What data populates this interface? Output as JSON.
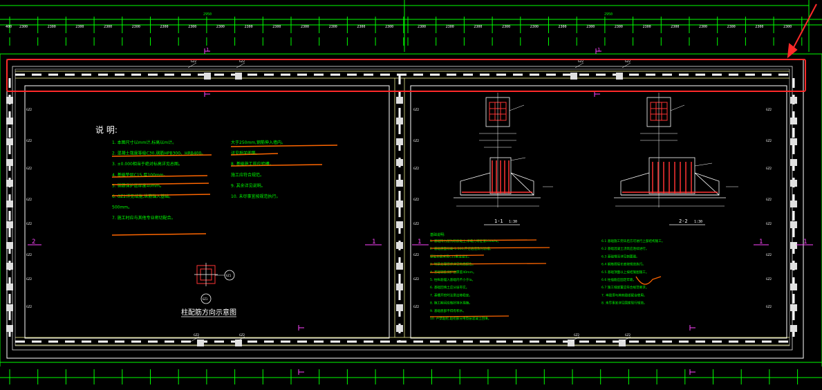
{
  "dims": {
    "left_total": "2950",
    "right_total": "2950",
    "left_first": "400",
    "ticks_left": [
      "2300",
      "2300",
      "2300",
      "2300",
      "2300",
      "2300",
      "2300",
      "2300",
      "2300",
      "2300",
      "2300",
      "2300",
      "2300",
      "2300"
    ],
    "ticks_right": [
      "2300",
      "2300",
      "2300",
      "2300",
      "2300",
      "2300",
      "2300",
      "2300",
      "2300",
      "2300",
      "2300",
      "2300",
      "2300",
      "2300"
    ]
  },
  "section_marks": {
    "top_left": "1",
    "top_right": "1",
    "left_side": "2",
    "center_left": "1",
    "center_right": "1",
    "right_side": "1"
  },
  "labels": {
    "gz": "GZ2",
    "gz1": "GZ1"
  },
  "notes_left": {
    "heading": "说  明:",
    "items": [
      "1. 本图尺寸以mm计,标高以m计。",
      "2. 混凝土强度等级C30,钢筋HPB300、HRB400。",
      "3. ±0.000相当于绝对标高详见总图。",
      "4. 基础垫层C15,厚100mm。",
      "5. 钢筋保护层厚度40mm。",
      "6. GZ2详见结施,纵筋锚入基础。",
      "   500mm。",
      "7. 施工时应与其他专业密切配合。"
    ]
  },
  "notes_middle": {
    "items": [
      "   大于250mm,钢筋伸入墙内。",
      "   详见相关图集。",
      "8. 基础施工前应验槽。",
      "   施工应符合规范。",
      "9. 其余详见说明。",
      "10. 未尽事宜按规范执行。"
    ]
  },
  "column_detail": {
    "title": "柱配筋方向示意图",
    "tag": "GZ1"
  },
  "section_titles": {
    "s1": "1-1",
    "s1_scale": "1:30",
    "s2": "2-2",
    "s2_scale": "1:30"
  },
  "notes_bottom_left": {
    "heading": "基础说明:",
    "items": [
      "1. 基础持力层为粉质黏土,承载力特征值150kPa。",
      "2. 基础底面标高-1.500,开挖后应及时验槽。",
      "   基础垫层采用C15素混凝土。",
      "3. 地基处理要求详见地勘报告。",
      "4. 基础钢筋保护层厚度40mm。",
      "5. 柱纵筋锚入基础内不小于la。",
      "6. 基础回填土应分层夯实。",
      "7. 基槽开挖时注意边坡稳定。",
      "8. 施工期间应做好排水措施。",
      "9. 基础底部不得有积水。",
      "10. 严禁超挖,超挖部分用垫层混凝土回填。"
    ]
  },
  "notes_bottom_right": {
    "items": [
      "6.1 基础施工完毕后方可进行上部结构施工。",
      "6.2 基础混凝土浇筑应连续进行。",
      "6.3 基础埋深详见剖面图。",
      "6.4 钢筋搭接长度按规范执行。",
      "6.5 基础顶面以上按结施图施工。",
      "6.6 柱插筋应固定牢靠。",
      "6.7 施工缝留置应符合规范要求。",
      "7. 本图须与其他图纸配合使用。",
      "8. 未尽事宜详见国家现行规范。"
    ]
  }
}
